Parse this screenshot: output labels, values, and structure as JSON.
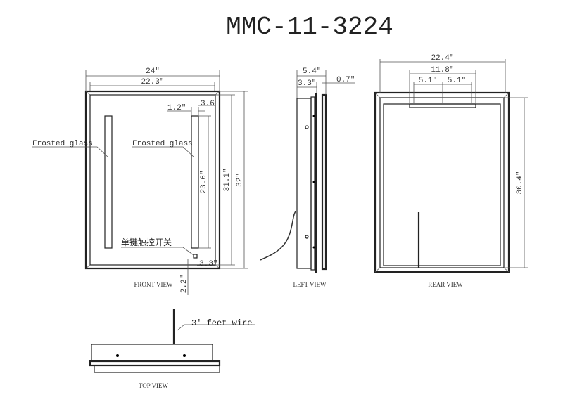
{
  "title": "MMC-11-3224",
  "front_view": {
    "label": "FRONT VIEW",
    "width_outer": "24\"",
    "width_inner": "22.3\"",
    "height_outer": "32\"",
    "height_inner": "31.1\"",
    "bar_height": "23.6\"",
    "bar_width": "1.2\"",
    "bar_offset": "3.6",
    "frosted_left": "Frosted glass",
    "frosted_right": "Frosted glass",
    "switch_label": "单键触控开关",
    "switch_side": "3.3\"",
    "switch_bottom": "2.2\""
  },
  "left_view": {
    "label": "LEFT VIEW",
    "depth_total": "5.4\"",
    "depth_body": "3.3\"",
    "glass": "0.7\""
  },
  "rear_view": {
    "label": "REAR VIEW",
    "width": "22.4\"",
    "bracket": "11.8\"",
    "spacing_left": "5.1\"",
    "spacing_right": "5.1\"",
    "height": "30.4\""
  },
  "top_view": {
    "label": "TOP VIEW",
    "wire": "3' feet wire"
  }
}
